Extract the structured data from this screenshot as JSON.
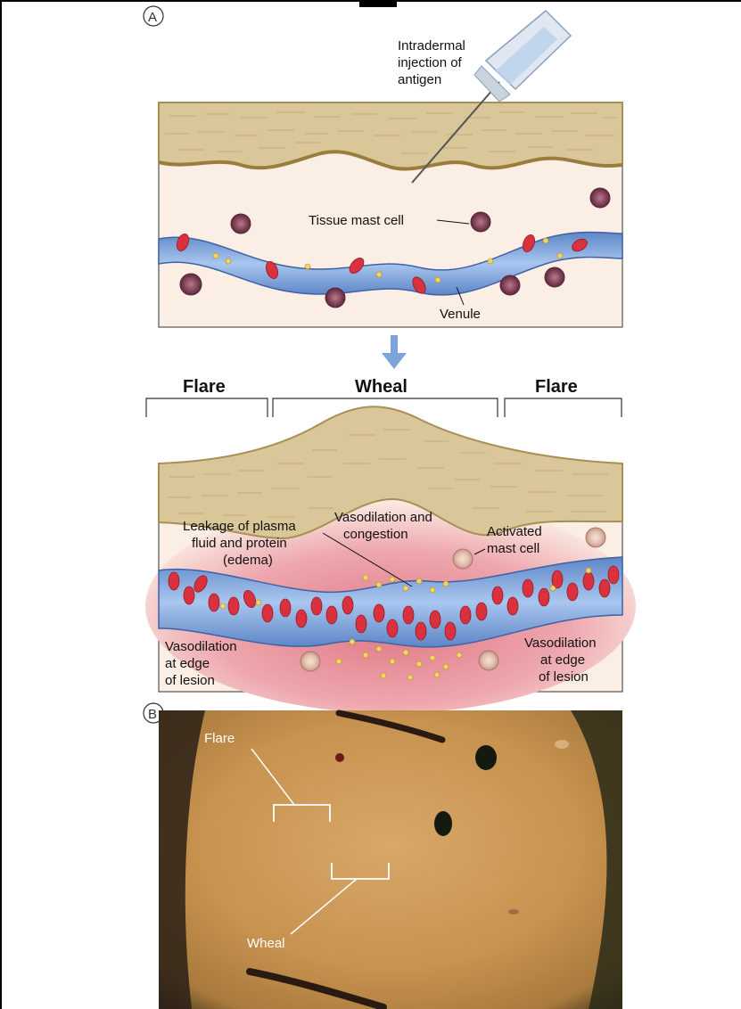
{
  "panel_a": {
    "letter": "A",
    "injection_label": [
      "Intradermal",
      "injection of",
      "antigen"
    ],
    "mast_cell_label": "Tissue mast cell",
    "venule_label": "Venule"
  },
  "panel_a2": {
    "flare_left": "Flare",
    "wheal": "Wheal",
    "flare_right": "Flare",
    "leakage_label": [
      "Leakage of plasma",
      "fluid and protein",
      "(edema)"
    ],
    "vaso_label": [
      "Vasodilation and",
      "congestion"
    ],
    "activated_label": [
      "Activated",
      "mast cell"
    ],
    "edge_left": [
      "Vasodilation",
      "at edge",
      "of lesion"
    ],
    "edge_right": [
      "Vasodilation",
      "at edge",
      "of lesion"
    ]
  },
  "panel_b": {
    "letter": "B",
    "flare_label": "Flare",
    "wheal_label": "Wheal"
  },
  "colors": {
    "skin_top": "#d9c79a",
    "dermis": "#fbeee4",
    "vessel": "#7fa6d8",
    "rbc": "#d9323e",
    "inflamed": "#e59aa3"
  }
}
